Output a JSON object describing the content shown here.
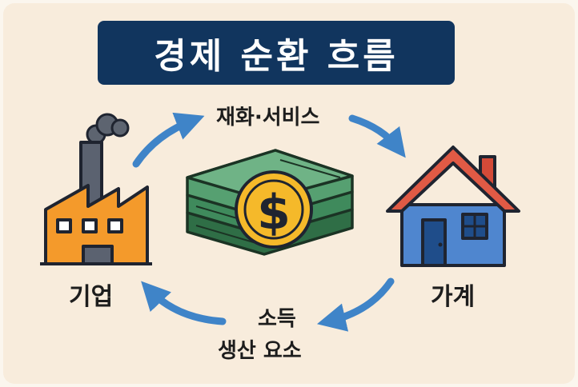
{
  "title": "경제 순환 흐름",
  "flows": {
    "goods_services": "재화·서비스",
    "income": "소득",
    "production_factors": "생산 요소"
  },
  "nodes": {
    "firm": "기업",
    "household": "가계"
  },
  "center_symbol": "$",
  "colors": {
    "title_bg": "#11355e",
    "arrow": "#3f84c8",
    "factory": "#f49a2b",
    "house": "#4f86cf",
    "roof": "#e05a45",
    "money": "#3f8a5c",
    "coin": "#f5b92a"
  }
}
